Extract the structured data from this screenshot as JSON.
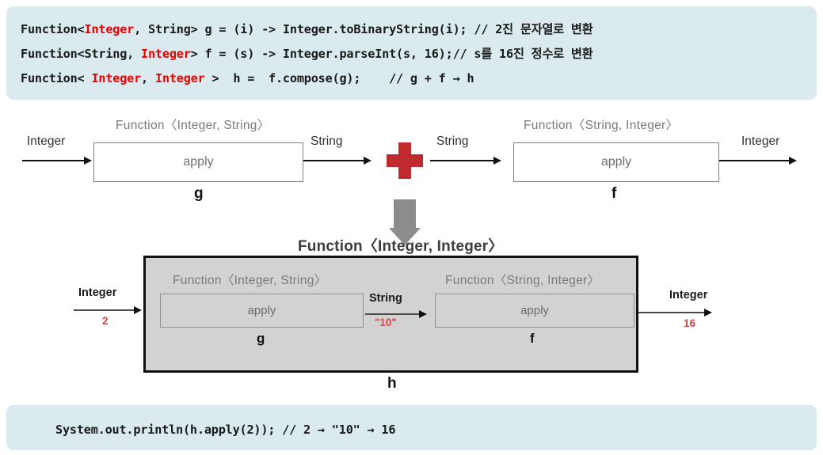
{
  "code_top": {
    "lines": [
      [
        {
          "t": "Function<",
          "c": "plain"
        },
        {
          "t": "Integer",
          "c": "red"
        },
        {
          "t": ", String> g = (i) -> Integer.toBinaryString(i); // 2진 문자열로 변환",
          "c": "plain"
        }
      ],
      [
        {
          "t": "Function<String, ",
          "c": "plain"
        },
        {
          "t": "Integer",
          "c": "red"
        },
        {
          "t": "> f = (s) -> Integer.parseInt(s, 16);// s를 16진 정수로 변환",
          "c": "plain"
        }
      ],
      [
        {
          "t": "Function< ",
          "c": "plain"
        },
        {
          "t": "Integer",
          "c": "red"
        },
        {
          "t": ", ",
          "c": "plain"
        },
        {
          "t": "Integer",
          "c": "red"
        },
        {
          "t": " >  h =  f.compose(g);    // g + f → h",
          "c": "plain"
        }
      ]
    ]
  },
  "code_bottom": {
    "lines": [
      [
        {
          "t": "System.out.println(h.apply(2)); // 2 → \"10\" → 16",
          "c": "plain"
        }
      ]
    ]
  },
  "diagram": {
    "top_row": {
      "g": {
        "type_title": "Function〈Integer, String〉",
        "body": "apply",
        "name": "g",
        "input_label": "Integer",
        "output_label": "String"
      },
      "operator": "plus",
      "f": {
        "type_title": "Function〈String, Integer〉",
        "body": "apply",
        "name": "f",
        "input_label": "String",
        "output_label": "Integer"
      }
    },
    "composite": {
      "type_title": "Function〈Integer, Integer〉",
      "name": "h",
      "input_label": "Integer",
      "input_value": "2",
      "middle_label": "String",
      "middle_value": "\"10\"",
      "output_label": "Integer",
      "output_value": "16",
      "g": {
        "type_title": "Function〈Integer, String〉",
        "body": "apply",
        "name": "g"
      },
      "f": {
        "type_title": "Function〈String, Integer〉",
        "body": "apply",
        "name": "f"
      }
    }
  },
  "colors": {
    "code_background": "#daeaee",
    "accent_red": "#bf2a2e",
    "value_red": "#d9453f",
    "keyword_red": "#ee0000",
    "composite_fill": "#d2d2d2",
    "arrow_grey": "#8c8c8c"
  }
}
